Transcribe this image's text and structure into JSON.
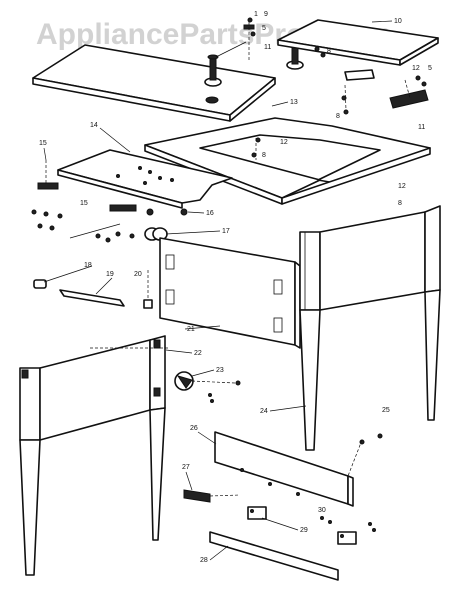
{
  "watermark": "AppliancePartsPros.com",
  "callouts": {
    "c1": "1",
    "c5a": "5",
    "c5b": "5",
    "c8a": "8",
    "c8b": "8",
    "c8c": "8",
    "c8d": "8",
    "c9": "9",
    "c10": "10",
    "c11a": "11",
    "c11b": "11",
    "c12a": "12",
    "c12b": "12",
    "c12c": "12",
    "c13": "13",
    "c14": "14",
    "c15a": "15",
    "c15b": "15",
    "c16": "16",
    "c17": "17",
    "c18": "18",
    "c19": "19",
    "c20": "20",
    "c21": "21",
    "c22": "22",
    "c23": "23",
    "c24": "24",
    "c25": "25",
    "c26": "26",
    "c27": "27",
    "c28": "28",
    "c29": "29",
    "c30": "30"
  }
}
